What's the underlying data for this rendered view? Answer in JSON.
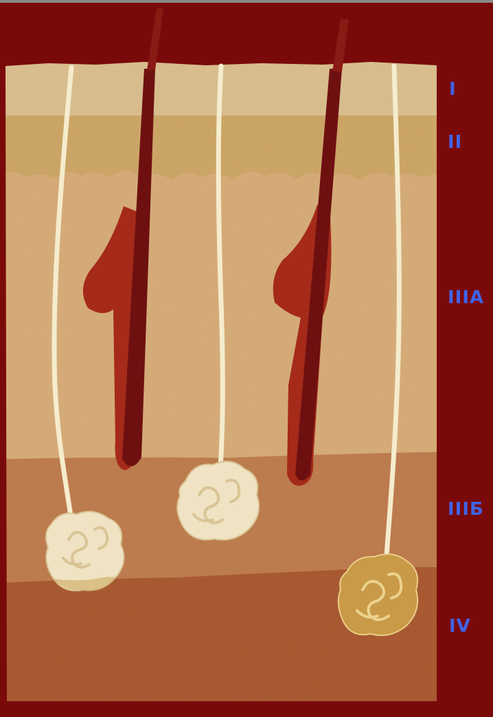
{
  "diagram": {
    "colors": {
      "background": "#7a0a0a",
      "layer_1": "#dcc090",
      "layer_2": "#cfa868",
      "layer_3a": "#d8ae7a",
      "layer_3b": "#c07e50",
      "layer_4": "#ab5b32",
      "hair": "#6e1010",
      "bulb": "#a52a1a",
      "nerve": "#f5ecce",
      "label": "#3f63e8"
    },
    "layers": [
      {
        "id": "I",
        "label": "I"
      },
      {
        "id": "II",
        "label": "II"
      },
      {
        "id": "IIIA",
        "label": "IIIА"
      },
      {
        "id": "IIIB",
        "label": "IIIБ"
      },
      {
        "id": "IV",
        "label": "IV"
      }
    ]
  }
}
